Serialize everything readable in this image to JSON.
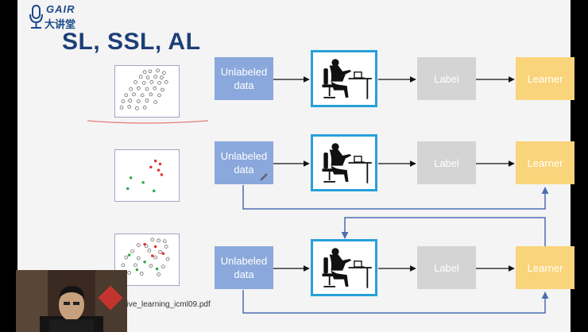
{
  "logo": {
    "brand": "GAIR",
    "chinese": "大讲堂"
  },
  "slide": {
    "title": "SL, SSL, AL"
  },
  "rows": [
    {
      "unlabeled": "Unlabeled data",
      "label": "Label",
      "learner": "Learner"
    },
    {
      "unlabeled": "Unlabeled data",
      "label": "Label",
      "learner": "Learner"
    },
    {
      "unlabeled": "Unlabeled data",
      "label": "Label",
      "learner": "Learner"
    }
  ],
  "footnote": "g/active_learning_icml09.pdf",
  "colors": {
    "unlabeled_box": "#8aa8db",
    "label_box": "#d4d4d4",
    "learner_box": "#fad47a",
    "worker_border": "#27a0db",
    "feedback_arrow": "#4a6fb0",
    "title": "#1c3f77",
    "red_point": "#e03030",
    "green_point": "#2ea84a"
  },
  "icons": [
    "microphone-logo-icon",
    "person-at-computer-icon",
    "cursor-icon"
  ]
}
